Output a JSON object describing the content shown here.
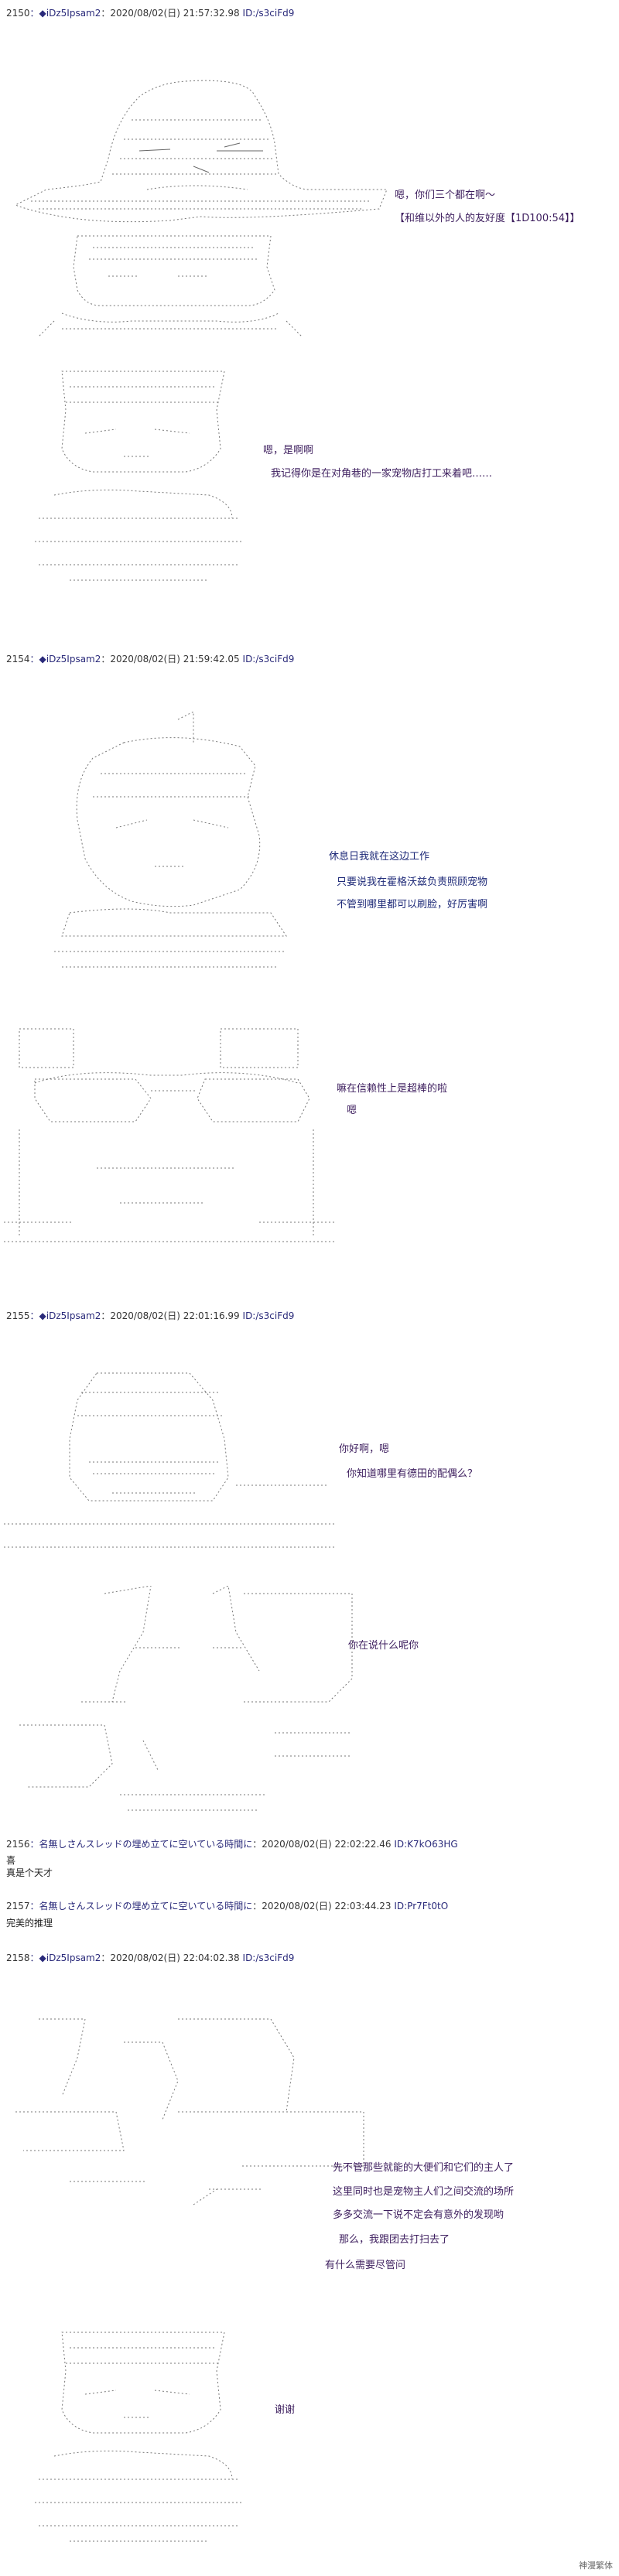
{
  "posts": [
    {
      "header": {
        "number": "2150",
        "name": "：◆iDz5Ipsam2",
        "date": "：2020/08/02(日) 21:57:32.98",
        "id": "ID:/s3ciFd9"
      },
      "lines": [
        "嗯，你们三个都在啊～",
        "【和维以外的人的友好度【1D100:54】】",
        "嗯，是啊啊",
        "我记得你是在对角巷的一家宠物店打工来着吧……"
      ]
    },
    {
      "header": {
        "number": "2154",
        "name": "：◆iDz5Ipsam2",
        "date": "：2020/08/02(日) 21:59:42.05",
        "id": "ID:/s3ciFd9"
      },
      "lines": [
        "休息日我就在这边工作",
        "只要说我在霍格沃兹负责照顾宠物",
        "不管到哪里都可以刷脸，好厉害啊",
        "嘛在信赖性上是超棒的啦",
        "嗯"
      ]
    },
    {
      "header": {
        "number": "2155",
        "name": "：◆iDz5Ipsam2",
        "date": "：2020/08/02(日) 22:01:16.99",
        "id": "ID:/s3ciFd9"
      },
      "lines": [
        "你好啊，嗯",
        "你知道哪里有德田的配偶么？",
        "你在说什么呢你"
      ]
    },
    {
      "header": {
        "number": "2156",
        "name": "：名無しさんスレッドの埋め立てに空いている時間に",
        "date": "：2020/08/02(日) 22:02:22.46",
        "id": "ID:K7kO63HG"
      },
      "lines": [
        "喜",
        "真是个天才"
      ]
    },
    {
      "header": {
        "number": "2157",
        "name": "：名無しさんスレッドの埋め立てに空いている時間に",
        "date": "：2020/08/02(日) 22:03:44.23",
        "id": "ID:Pr7Ft0tO"
      },
      "lines": [
        "完美的推理"
      ]
    },
    {
      "header": {
        "number": "2158",
        "name": "：◆iDz5Ipsam2",
        "date": "：2020/08/02(日) 22:04:02.38",
        "id": "ID:/s3ciFd9"
      },
      "lines": [
        "先不管那些就能的大便们和它们的主人了",
        "这里同时也是宠物主人们之间交流的场所",
        "多多交流一下说不定会有意外的发现哟",
        "那么，我跟团去打扫去了",
        "有什么需要尽管问",
        "谢谢"
      ]
    }
  ],
  "watermark": "神漫繁体"
}
